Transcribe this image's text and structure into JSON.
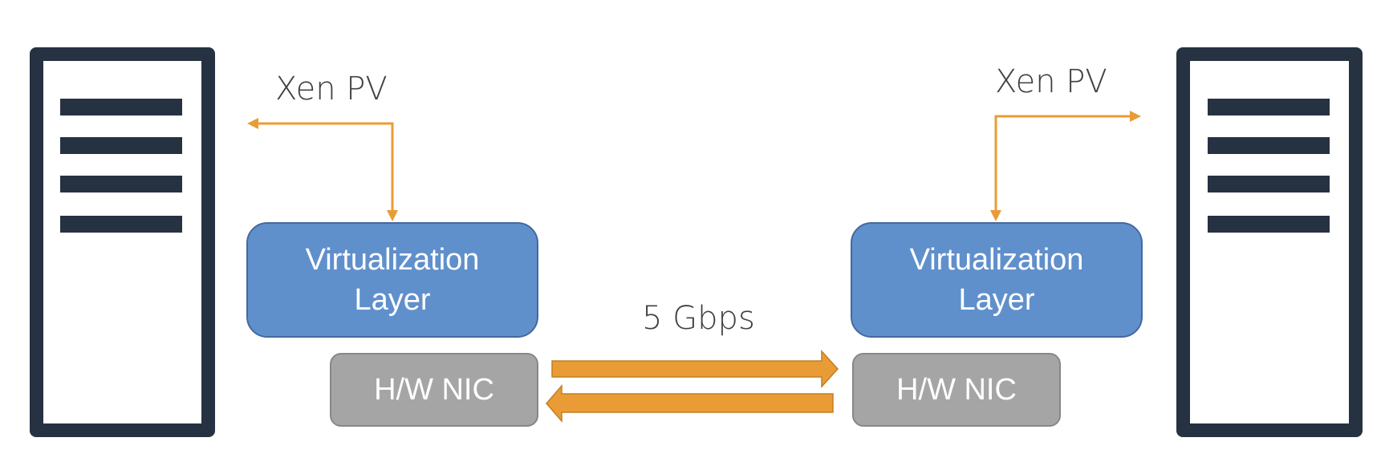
{
  "diagram": {
    "left": {
      "xen_label": "Xen PV",
      "virt_line1": "Virtualization",
      "virt_line2": "Layer",
      "nic_label": "H/W NIC"
    },
    "right": {
      "xen_label": "Xen PV",
      "virt_line1": "Virtualization",
      "virt_line2": "Layer",
      "nic_label": "H/W NIC"
    },
    "link_label": "5 Gbps"
  },
  "colors": {
    "server": "#263241",
    "virtualization": "#6090cc",
    "nic": "#a5a5a5",
    "arrow": "#e99c36"
  }
}
